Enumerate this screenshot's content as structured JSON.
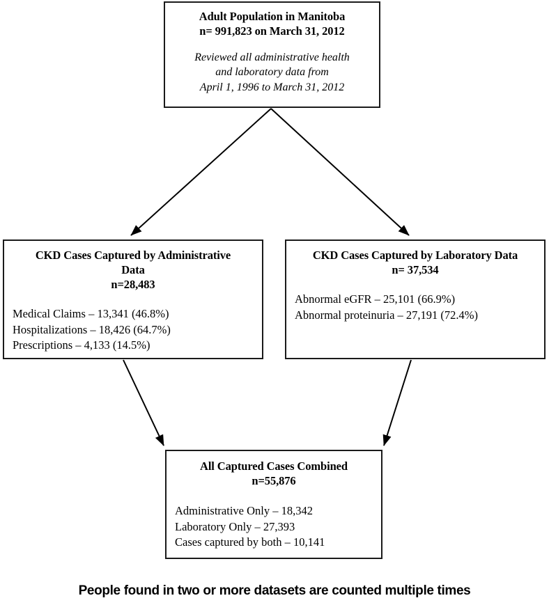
{
  "diagram": {
    "type": "flowchart",
    "orientation": "top-down",
    "nodes": {
      "top": {
        "title_line1": "Adult Population in Manitoba",
        "title_line2": "n= 991,823 on March 31, 2012",
        "sub_line1": "Reviewed all administrative health",
        "sub_line2": "and laboratory data from",
        "sub_line3": "April 1, 1996 to March 31, 2012"
      },
      "admin": {
        "title_line1": "CKD Cases Captured by Administrative",
        "title_line2": "Data",
        "title_line3": "n=28,483",
        "items": [
          "Medical Claims – 13,341 (46.8%)",
          "Hospitalizations – 18,426 (64.7%)",
          "Prescriptions – 4,133 (14.5%)"
        ]
      },
      "lab": {
        "title_line1": "CKD Cases Captured by Laboratory Data",
        "title_line2": "n= 37,534",
        "items": [
          "Abnormal eGFR – 25,101 (66.9%)",
          "Abnormal proteinuria – 27,191 (72.4%)"
        ]
      },
      "combined": {
        "title_line1": "All Captured Cases Combined",
        "title_line2": "n=55,876",
        "items": [
          "Administrative Only – 18,342",
          "Laboratory Only – 27,393",
          "Cases captured by both – 10,141"
        ]
      }
    },
    "footnote": "People found in two or more datasets are counted multiple times",
    "colors": {
      "border": "#1a1a1a",
      "arrow": "#000000",
      "background": "#ffffff",
      "text": "#000000"
    }
  }
}
